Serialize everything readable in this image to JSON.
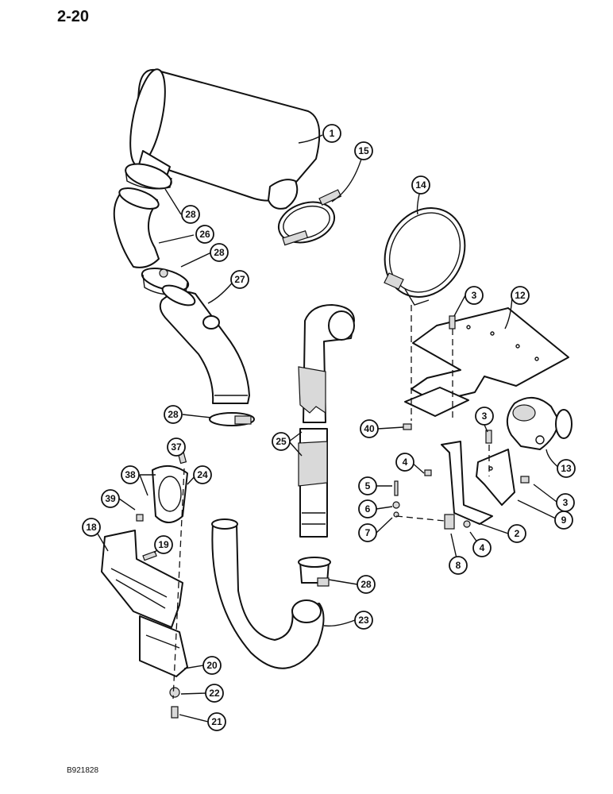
{
  "page_number": "2-20",
  "drawing_code": "B921828",
  "callouts": [
    {
      "label": "1"
    },
    {
      "label": "15"
    },
    {
      "label": "28"
    },
    {
      "label": "26"
    },
    {
      "label": "28"
    },
    {
      "label": "27"
    },
    {
      "label": "14"
    },
    {
      "label": "3"
    },
    {
      "label": "12"
    },
    {
      "label": "28"
    },
    {
      "label": "40"
    },
    {
      "label": "3"
    },
    {
      "label": "25"
    },
    {
      "label": "13"
    },
    {
      "label": "37"
    },
    {
      "label": "38"
    },
    {
      "label": "24"
    },
    {
      "label": "4"
    },
    {
      "label": "5"
    },
    {
      "label": "3"
    },
    {
      "label": "39"
    },
    {
      "label": "6"
    },
    {
      "label": "9"
    },
    {
      "label": "2"
    },
    {
      "label": "7"
    },
    {
      "label": "18"
    },
    {
      "label": "19"
    },
    {
      "label": "4"
    },
    {
      "label": "8"
    },
    {
      "label": "28"
    },
    {
      "label": "23"
    },
    {
      "label": "20"
    },
    {
      "label": "22"
    },
    {
      "label": "21"
    }
  ]
}
